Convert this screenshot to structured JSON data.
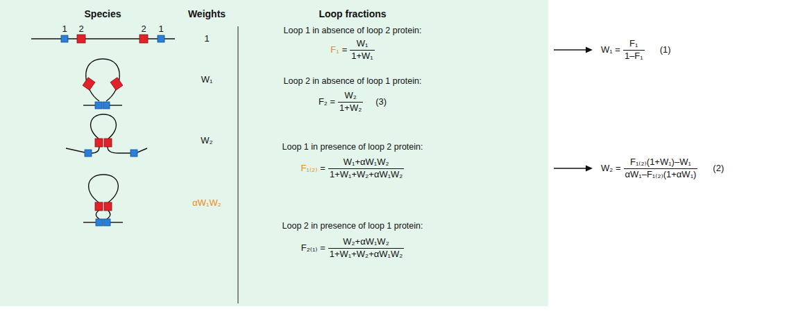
{
  "diagram": {
    "labels": [
      "Species",
      "Weights",
      "Loop fractions",
      "1",
      "2",
      "2",
      "1",
      "1",
      "W₁",
      "W₂",
      "αW₁W₂",
      "Loop 1 in absence of loop 2 protein:",
      "F₁",
      "=",
      "W₁",
      "1+W₁",
      "Loop 2 in absence of loop 1 protein:",
      "F₂ =",
      "W₂",
      "1+W₂",
      "(3)",
      "Loop 1 in presence of loop 2 protein:",
      "F₁₍₂₎",
      "=",
      "W₁+αW₁W₂",
      "1+W₁+W₂+αW₁W₂",
      "Loop 2 in presence of loop 1 protein:",
      "F₂₍₁₎ =",
      "W₂+αW₁W₂",
      "1+W₁+W₂+αW₁W₂",
      "W₁ =",
      "F₁",
      "1–F₁",
      "(1)",
      "W₂ =",
      "F₁₍₂₎(1+W₁)–W₁",
      "αW₁–F₁₍₂₎(1+αW₁)",
      "(2)"
    ]
  }
}
